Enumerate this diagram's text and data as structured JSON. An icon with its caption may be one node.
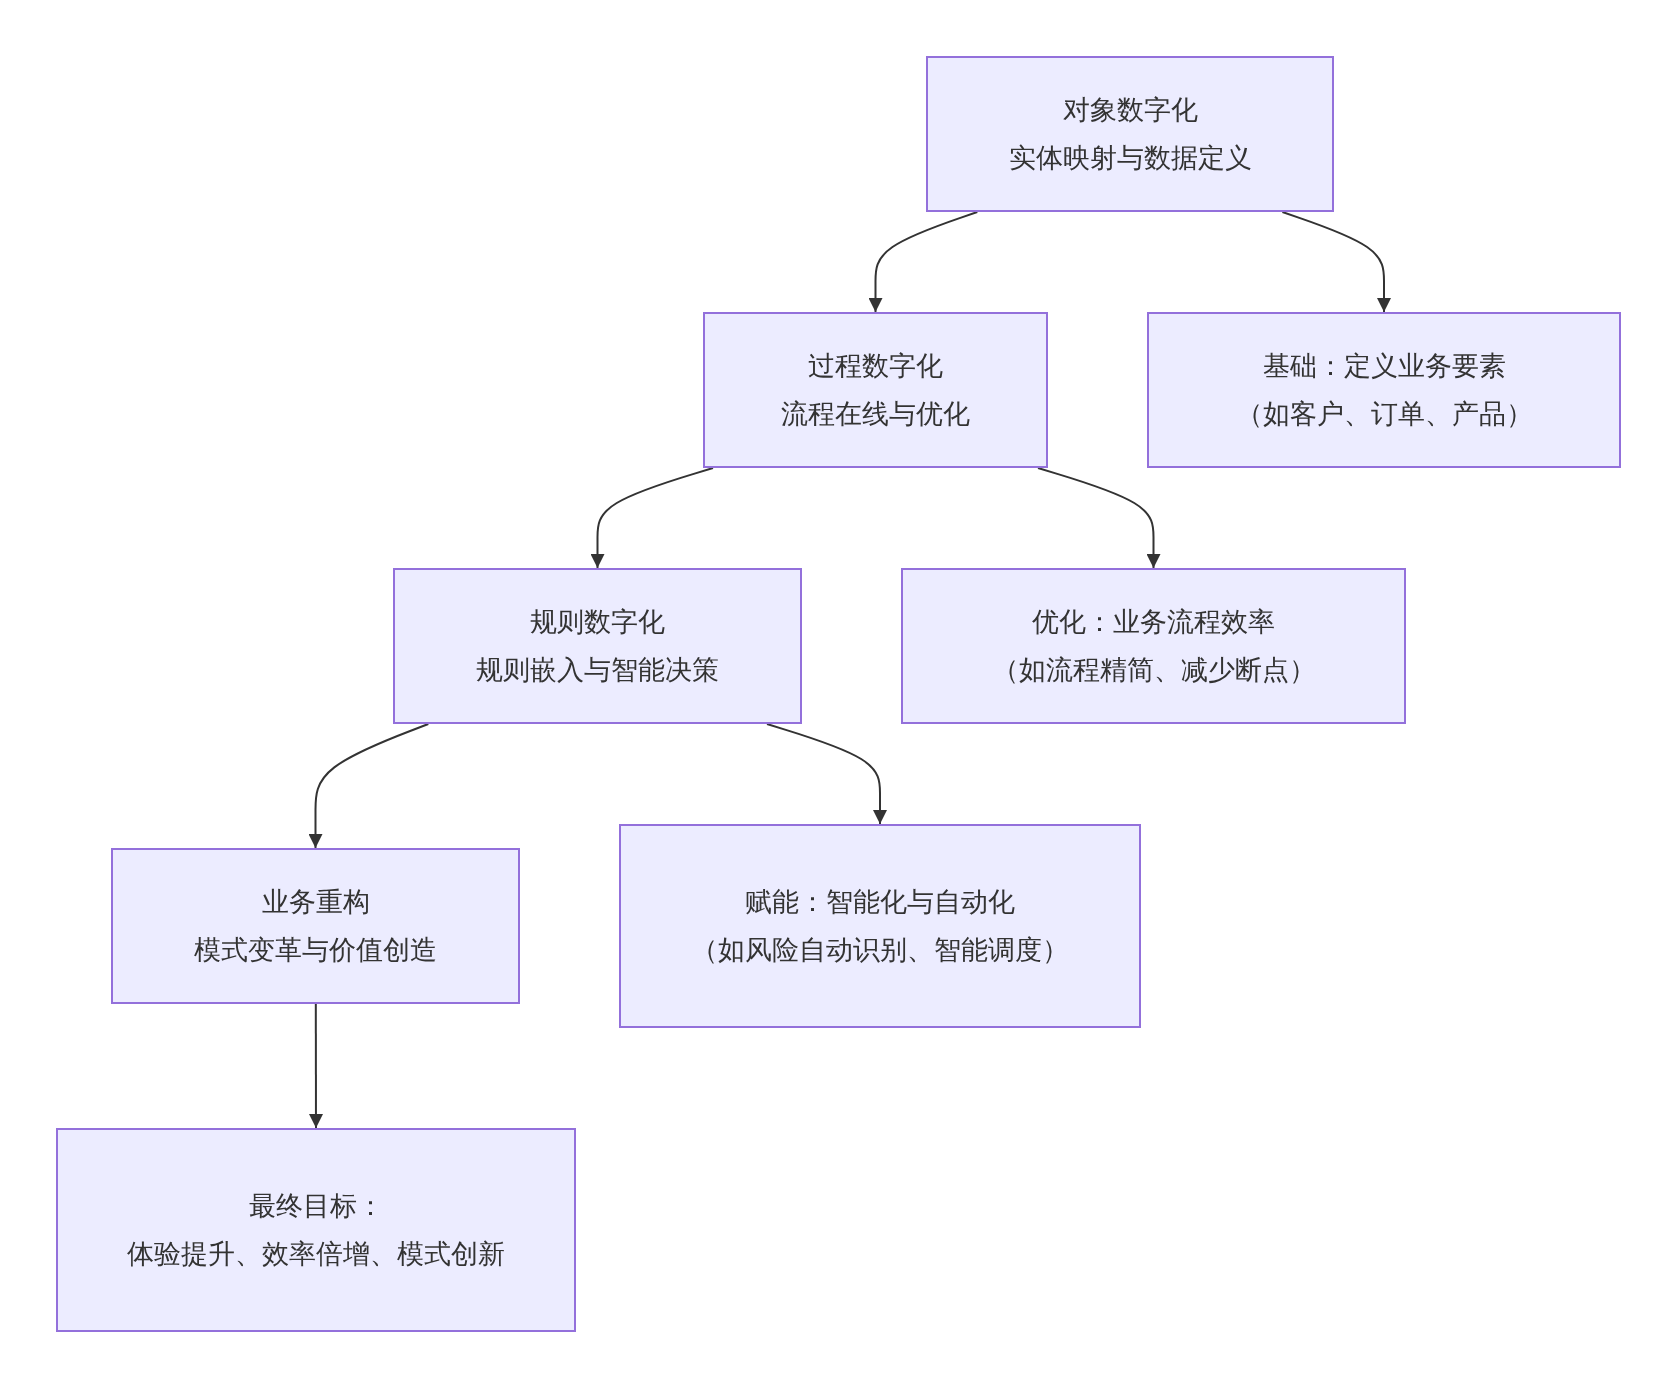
{
  "diagram": {
    "nodes": [
      {
        "text": [
          "对象数字化",
          "实体映射与数据定义"
        ]
      },
      {
        "text": [
          "过程数字化",
          "流程在线与优化"
        ]
      },
      {
        "text": [
          "基础：定义业务要素",
          "（如客户、订单、产品）"
        ]
      },
      {
        "text": [
          "规则数字化",
          "规则嵌入与智能决策"
        ]
      },
      {
        "text": [
          "优化：业务流程效率",
          "（如流程精简、减少断点）"
        ]
      },
      {
        "text": [
          "业务重构",
          "模式变革与价值创造"
        ]
      },
      {
        "text": [
          "赋能：智能化与自动化",
          "（如风险自动识别、智能调度）"
        ]
      },
      {
        "text": [
          "最终目标：",
          "体验提升、效率倍增、模式创新"
        ]
      }
    ],
    "edges": [
      {
        "from": 0,
        "to": 1,
        "arrow": "to"
      },
      {
        "from": 0,
        "to": 2,
        "arrow": "to"
      },
      {
        "from": 1,
        "to": 3,
        "arrow": "to"
      },
      {
        "from": 1,
        "to": 4,
        "arrow": "to"
      },
      {
        "from": 3,
        "to": 5,
        "arrow": "to"
      },
      {
        "from": 3,
        "to": 6,
        "arrow": "to"
      },
      {
        "from": 5,
        "to": 7,
        "arrow": "to"
      }
    ]
  }
}
